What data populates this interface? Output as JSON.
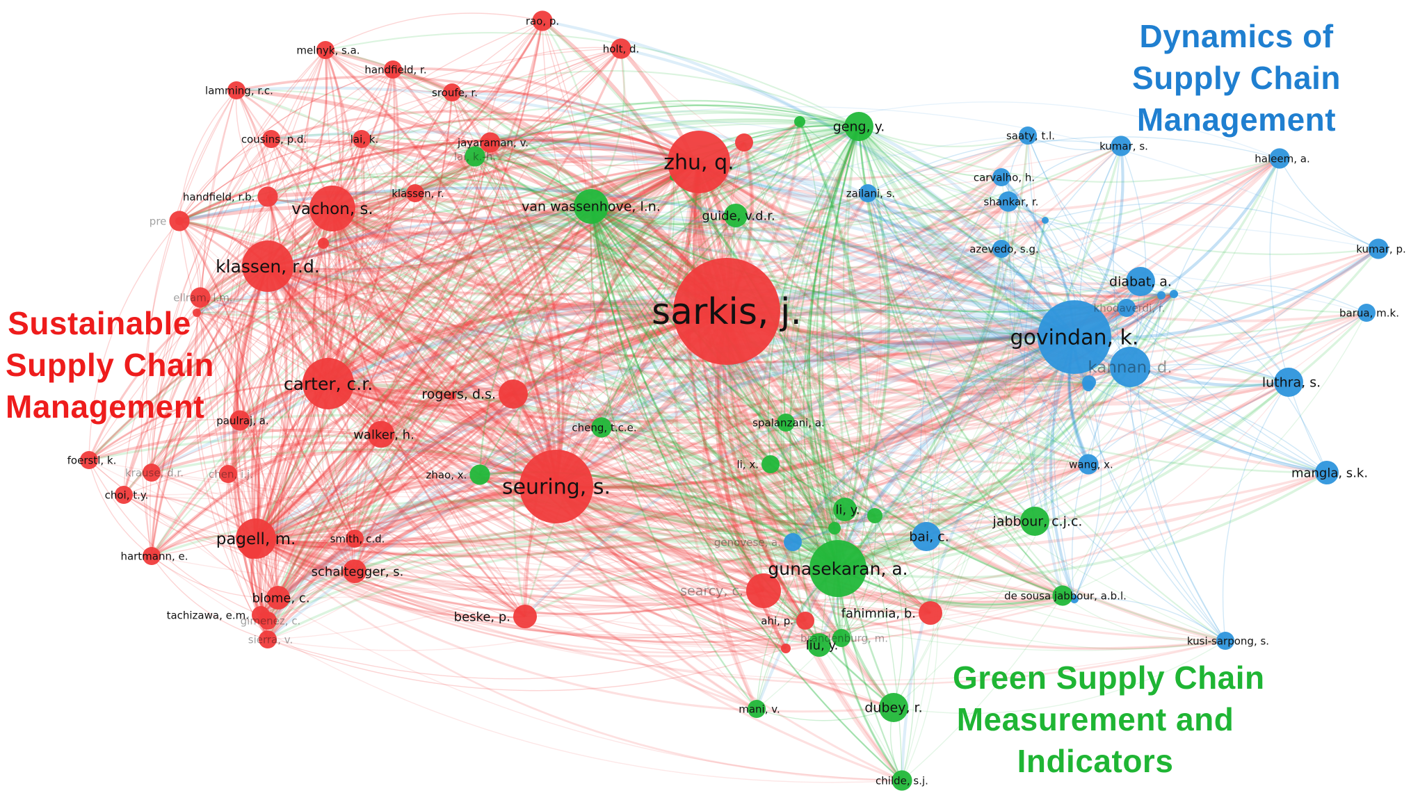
{
  "colors": {
    "red": "#f03c3c",
    "green": "#22b83a",
    "blue": "#2e95dc",
    "redTitle": "#ee1c1c",
    "greenTitle": "#1fb534",
    "blueTitle": "#1f7fd0"
  },
  "clusters": [
    {
      "id": "red",
      "lines": [
        "Sustainable",
        "Supply Chain",
        "Management"
      ]
    },
    {
      "id": "blue",
      "lines": [
        "Dynamics of",
        "Supply Chain",
        "Management"
      ]
    },
    {
      "id": "green",
      "lines": [
        "Green Supply Chain",
        "Measurement and",
        "Indicators"
      ]
    }
  ],
  "nodes": [
    {
      "label": "sarkis, j.",
      "cluster": "red",
      "size": 9
    },
    {
      "label": "seuring, s.",
      "cluster": "red",
      "size": 6
    },
    {
      "label": "zhu, q.",
      "cluster": "red",
      "size": 5
    },
    {
      "label": "klassen, r.d.",
      "cluster": "red",
      "size": 4
    },
    {
      "label": "carter, c.r.",
      "cluster": "red",
      "size": 4
    },
    {
      "label": "vachon, s.",
      "cluster": "red",
      "size": 3.5
    },
    {
      "label": "pagell, m.",
      "cluster": "red",
      "size": 3
    },
    {
      "label": "rao, p.",
      "cluster": "red",
      "size": 1.2
    },
    {
      "label": "holt, d.",
      "cluster": "red",
      "size": 1.2
    },
    {
      "label": "melnyk, s.a.",
      "cluster": "red",
      "size": 1
    },
    {
      "label": "handfield, r.",
      "cluster": "red",
      "size": 1
    },
    {
      "label": "lamming, r.c.",
      "cluster": "red",
      "size": 1
    },
    {
      "label": "sroufe, r.",
      "cluster": "red",
      "size": 1
    },
    {
      "label": "cousins, p.d.",
      "cluster": "red",
      "size": 1
    },
    {
      "label": "lai, k.",
      "cluster": "red",
      "size": 1
    },
    {
      "label": "jayaraman, v.",
      "cluster": "red",
      "size": 1.2
    },
    {
      "label": "handfield, r.b.",
      "cluster": "red",
      "size": 1.2
    },
    {
      "label": "klassen, r.",
      "cluster": "red",
      "size": 1
    },
    {
      "label": "pre",
      "cluster": "red",
      "size": 1.2,
      "faint": true
    },
    {
      "label": "ellram, l.m.",
      "cluster": "red",
      "size": 1.2,
      "faint": true
    },
    {
      "label": "rogers, d.s.",
      "cluster": "red",
      "size": 2
    },
    {
      "label": "paulraj, a.",
      "cluster": "red",
      "size": 1.2
    },
    {
      "label": "walker, h.",
      "cluster": "red",
      "size": 1.8
    },
    {
      "label": "foerstl, k.",
      "cluster": "red",
      "size": 1
    },
    {
      "label": "krause, d.r.",
      "cluster": "red",
      "size": 1,
      "faint": true
    },
    {
      "label": "chen, i.j.",
      "cluster": "red",
      "size": 1,
      "faint": true
    },
    {
      "label": "choi, t.y.",
      "cluster": "red",
      "size": 1
    },
    {
      "label": "smith, c.d.",
      "cluster": "red",
      "size": 1
    },
    {
      "label": "hartmann, e.",
      "cluster": "red",
      "size": 1
    },
    {
      "label": "schaltegger, s.",
      "cluster": "red",
      "size": 1.5
    },
    {
      "label": "blome, c.",
      "cluster": "red",
      "size": 1.5
    },
    {
      "label": "tachizawa, e.m.",
      "cluster": "red",
      "size": 1
    },
    {
      "label": "gimenez, c.",
      "cluster": "red",
      "size": 1,
      "faint": true
    },
    {
      "label": "sierra, v.",
      "cluster": "red",
      "size": 1,
      "faint": true
    },
    {
      "label": "beske, p.",
      "cluster": "red",
      "size": 1.5
    },
    {
      "label": "searcy, c.",
      "cluster": "red",
      "size": 2.5,
      "faint": true
    },
    {
      "label": "fahimnia, b.",
      "cluster": "red",
      "size": 1.5
    },
    {
      "label": "ahi, p.",
      "cluster": "red",
      "size": 1
    },
    {
      "label": "gunasekaran, a.",
      "cluster": "green",
      "size": 4.5
    },
    {
      "label": "van wassenhove, l.n.",
      "cluster": "green",
      "size": 2.5
    },
    {
      "label": "geng, y.",
      "cluster": "green",
      "size": 2
    },
    {
      "label": "guide, v.d.r.",
      "cluster": "green",
      "size": 1.5
    },
    {
      "label": "lai, k.-h.",
      "cluster": "green",
      "size": 1.2,
      "faint": true
    },
    {
      "label": "cheng, t.c.e.",
      "cluster": "green",
      "size": 1.2
    },
    {
      "label": "zhao, x.",
      "cluster": "green",
      "size": 1.2
    },
    {
      "label": "li, x.",
      "cluster": "green",
      "size": 1
    },
    {
      "label": "li, y.",
      "cluster": "green",
      "size": 1.5
    },
    {
      "label": "jabbour, c.j.c.",
      "cluster": "green",
      "size": 2
    },
    {
      "label": "de sousa jabbour, a.b.l.",
      "cluster": "green",
      "size": 1.2
    },
    {
      "label": "liu, y.",
      "cluster": "green",
      "size": 1.5
    },
    {
      "label": "brandenburg, m.",
      "cluster": "green",
      "size": 1,
      "faint": true
    },
    {
      "label": "mani, v.",
      "cluster": "green",
      "size": 1
    },
    {
      "label": "dubey, r.",
      "cluster": "green",
      "size": 2
    },
    {
      "label": "childe, s.j.",
      "cluster": "green",
      "size": 1.2
    },
    {
      "label": "spalanzani, a.",
      "cluster": "green",
      "size": 1
    },
    {
      "label": "genovese, a.",
      "cluster": "blue",
      "size": 1,
      "faint": true
    },
    {
      "label": "govindan, k.",
      "cluster": "blue",
      "size": 6
    },
    {
      "label": "kannan, d.",
      "cluster": "blue",
      "size": 3,
      "faint": true
    },
    {
      "label": "diabat, a.",
      "cluster": "blue",
      "size": 2
    },
    {
      "label": "khodaverdi, r.",
      "cluster": "blue",
      "size": 1,
      "faint": true
    },
    {
      "label": "saaty, t.l.",
      "cluster": "blue",
      "size": 1
    },
    {
      "label": "kumar, s.",
      "cluster": "blue",
      "size": 1.2
    },
    {
      "label": "haleem, a.",
      "cluster": "blue",
      "size": 1.2
    },
    {
      "label": "carvalho, h.",
      "cluster": "blue",
      "size": 1
    },
    {
      "label": "zailani, s.",
      "cluster": "blue",
      "size": 1
    },
    {
      "label": "shankar, r.",
      "cluster": "blue",
      "size": 1.2
    },
    {
      "label": "azevedo, s.g.",
      "cluster": "blue",
      "size": 1
    },
    {
      "label": "kumar, p.",
      "cluster": "blue",
      "size": 1.2
    },
    {
      "label": "barua, m.k.",
      "cluster": "blue",
      "size": 1
    },
    {
      "label": "luthra, s.",
      "cluster": "blue",
      "size": 2
    },
    {
      "label": "mangla, s.k.",
      "cluster": "blue",
      "size": 1.5
    },
    {
      "label": "wang, x.",
      "cluster": "blue",
      "size": 1.2
    },
    {
      "label": "bai, c.",
      "cluster": "blue",
      "size": 2
    },
    {
      "label": "kusi-sarpong, s.",
      "cluster": "blue",
      "size": 1
    }
  ]
}
